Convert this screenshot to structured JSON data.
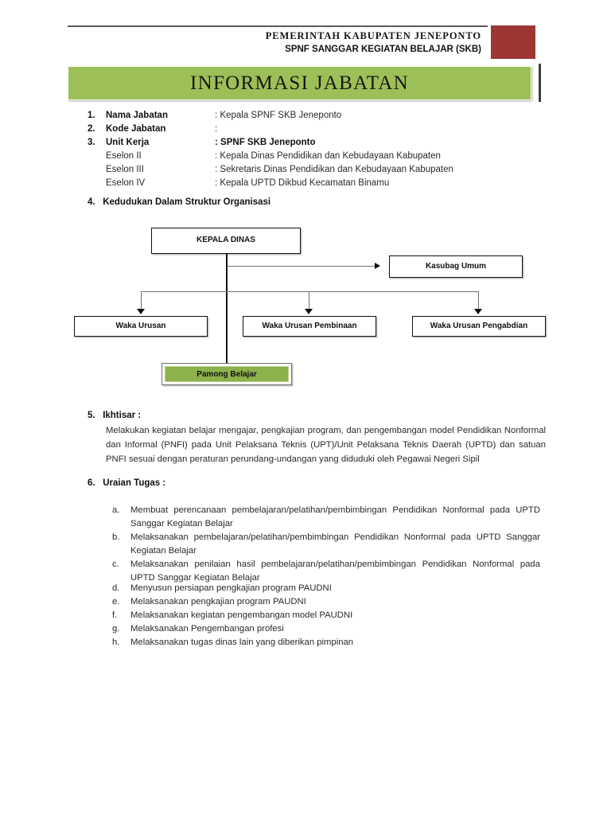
{
  "letterhead": {
    "line1": "PEMERINTAH KABUPATEN JENEPONTO",
    "line2": "SPNF SANGGAR KEGIATAN BELAJAR (SKB)",
    "accent_color": "#9e3634"
  },
  "banner": {
    "title": "INFORMASI  JABATAN",
    "fill_color": "#9cbf57"
  },
  "info": {
    "rows": [
      {
        "num": "1.",
        "label": "Nama Jabatan",
        "sep": ":",
        "value": "Kepala SPNF SKB Jeneponto",
        "bold_value": false
      },
      {
        "num": "2.",
        "label": "Kode Jabatan",
        "sep": ":",
        "value": "",
        "bold_value": false
      },
      {
        "num": "3.",
        "label": "Unit Kerja",
        "sep": ":",
        "value": "SPNF SKB Jeneponto",
        "bold_value": true
      },
      {
        "num": "",
        "label": "Eselon II",
        "sep": ":",
        "value": "Kepala Dinas Pendidikan dan Kebudayaan Kabupaten",
        "bold_value": false
      },
      {
        "num": "",
        "label": "Eselon III",
        "sep": ":",
        "value": "Sekretaris Dinas Pendidikan dan Kebudayaan Kabupaten",
        "bold_value": false
      },
      {
        "num": "",
        "label": "Eselon IV",
        "sep": ":",
        "value": "Kepala UPTD Dikbud Kecamatan Binamu",
        "bold_value": false
      }
    ],
    "section4": {
      "num": "4.",
      "title": "Kedudukan Dalam Struktur Organisasi"
    }
  },
  "org_chart": {
    "nodes": {
      "kepala_dinas": "KEPALA DINAS",
      "kasubag_umum": "Kasubag Umum",
      "waka_urusan_1_line1": "Waka Urusan",
      "waka_urusan_1_line2": "",
      "waka_urusan_pembinaan": "Waka Urusan Pembinaan",
      "waka_urusan_pengabdian": "Waka Urusan Pengabdian",
      "pamong_belajar": "Pamong Belajar"
    },
    "pamong_fill_color": "#8db14b"
  },
  "ikhtisar": {
    "num": "5.",
    "title": "Ikhtisar  :",
    "text": "Melakukan kegiatan belajar mengajar, pengkajian program, dan pengembangan model Pendidikan Nonformal dan Informal (PNFI) pada Unit Pelaksana Teknis (UPT)/Unit Pelaksana Teknis Daerah (UPTD) dan satuan PNFI sesuai dengan peraturan perundang-undangan yang diduduki oleh Pegawai Negeri Sipil"
  },
  "uraian_tugas": {
    "num": "6.",
    "title": "Uraian Tugas    :",
    "items": [
      {
        "mark": "a.",
        "text": "Membuat perencanaan pembelajaran/pelatihan/pembimbingan Pendidikan Nonformal pada UPTD Sanggar Kegiatan Belajar"
      },
      {
        "mark": "b.",
        "text": "Melaksanakan pembelajaran/pelatihan/pembimbingan Pendidikan Nonformal pada UPTD Sanggar Kegiatan Belajar"
      },
      {
        "mark": "c.",
        "text": "Melaksanakan penilaian hasil pembelajaran/pelatihan/pembimbingan Pendidikan Nonformal pada UPTD Sanggar Kegiatan Belajar"
      },
      {
        "mark": "d.",
        "text": "Menyusun persiapan pengkajian program PAUDNI"
      },
      {
        "mark": "e.",
        "text": "Melaksanakan pengkajian program PAUDNI"
      },
      {
        "mark": "f.",
        "text": "Melaksanakan kegiatan pengembangan model PAUDNI"
      },
      {
        "mark": "g.",
        "text": "Melaksanakan Pengembangan profesi"
      },
      {
        "mark": "h.",
        "text": "Melaksanakan tugas dinas lain yang diberikan pimpinan"
      }
    ]
  }
}
